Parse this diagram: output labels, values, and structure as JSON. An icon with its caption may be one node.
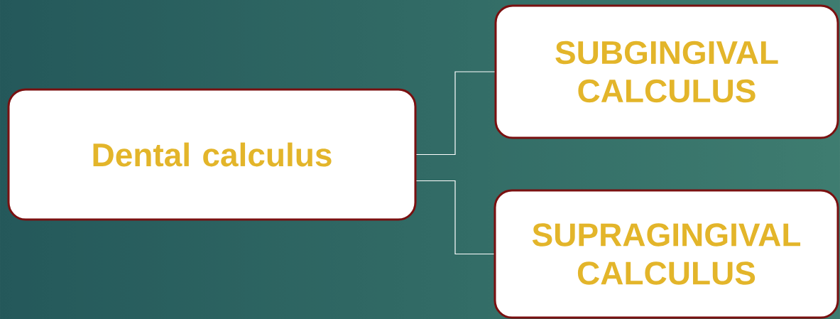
{
  "diagram": {
    "nodes": [
      {
        "text": [
          "Dental calculus"
        ]
      },
      {
        "text": [
          "SUBGINGIVAL CALCULUS"
        ]
      },
      {
        "text": [
          "SUPRAGINGIVAL CALCULUS"
        ]
      }
    ],
    "edges": [
      {
        "from": 0,
        "to": 1,
        "arrow": "none"
      },
      {
        "from": 0,
        "to": 2,
        "arrow": "none"
      }
    ]
  }
}
